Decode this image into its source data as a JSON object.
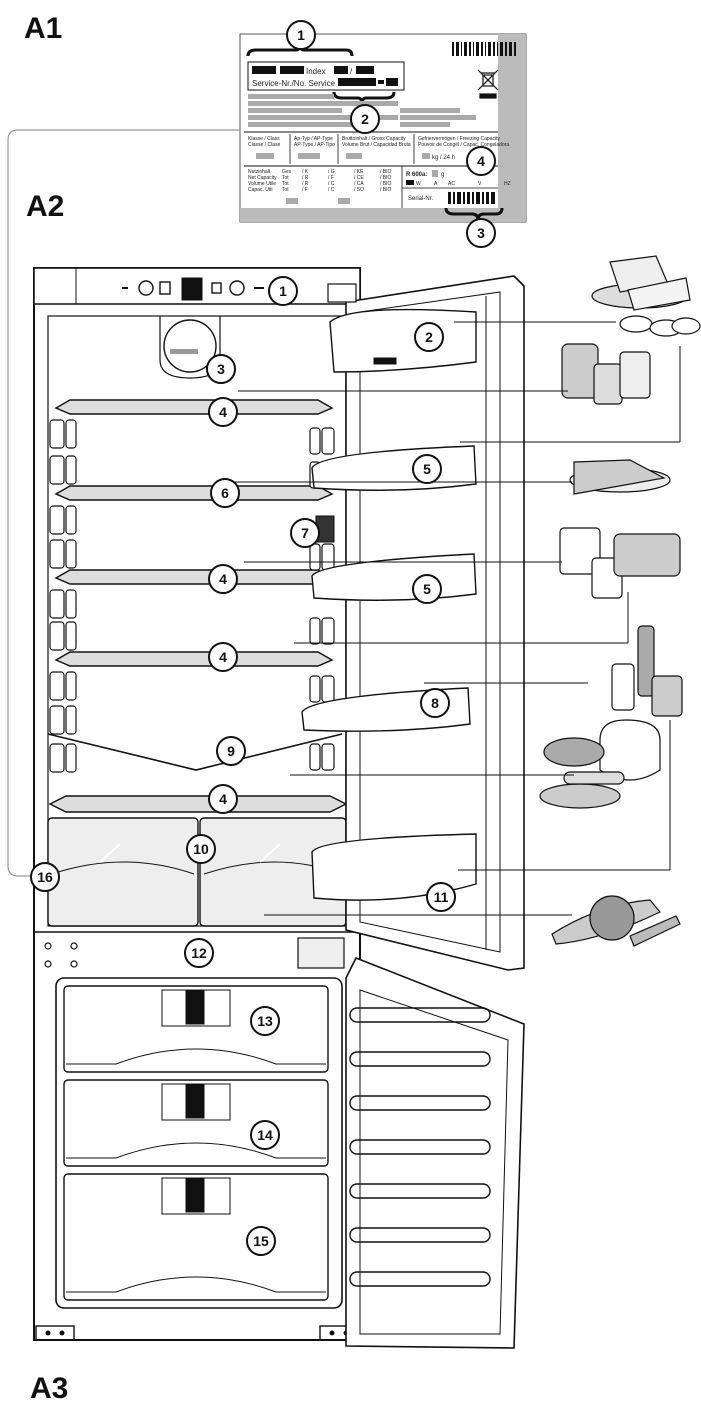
{
  "sections": {
    "a1": "A1",
    "a2": "A2",
    "a3": "A3"
  },
  "label": {
    "index": "Index",
    "service": "Service-Nr./No. Service",
    "col1": [
      "Klasse / Class",
      "Classe / Clase"
    ],
    "col2": [
      "Ap-Typ / AP-Type",
      "AP-Type / AP-Tipo"
    ],
    "col3": [
      "Bruttoinhalt / Gross Capacity",
      "Volume Brut / Capacidad Bruta"
    ],
    "col4": [
      "Gefriervermögen / Freezing Capacity",
      "Pouvoir de Congél / Capac. Congeladora"
    ],
    "kg": "kg / 24 h",
    "rows": [
      "Nutzinhalt",
      "Net Capacity",
      "Volume Utile",
      "Capac. Util"
    ],
    "sub": [
      "Ges",
      "Tot",
      "Tot",
      "Tot"
    ],
    "codes1": [
      "/ K",
      "/ R",
      "/ R",
      "/ F"
    ],
    "codes2": [
      "/ G",
      "/ F",
      "/ C",
      "/ C"
    ],
    "codes3": [
      "/ KE",
      "/ CE",
      "/ CA",
      "/ SO"
    ],
    "codes4": [
      "/ BIO",
      "/ BIO",
      "/ BIO",
      "/ BIO"
    ],
    "r600": "R 600a:",
    "g": "g",
    "w": "W",
    "a": "A",
    "ac": "AC",
    "v": "V",
    "hz": "HZ",
    "serial": "Serial-Nr."
  },
  "callouts": {
    "label": [
      "1",
      "2",
      "3",
      "4"
    ],
    "fridge": [
      "1",
      "2",
      "3",
      "4",
      "6",
      "7",
      "4",
      "4",
      "9",
      "4",
      "10",
      "16",
      "5",
      "5",
      "8",
      "11",
      "12",
      "13",
      "14",
      "15"
    ]
  }
}
